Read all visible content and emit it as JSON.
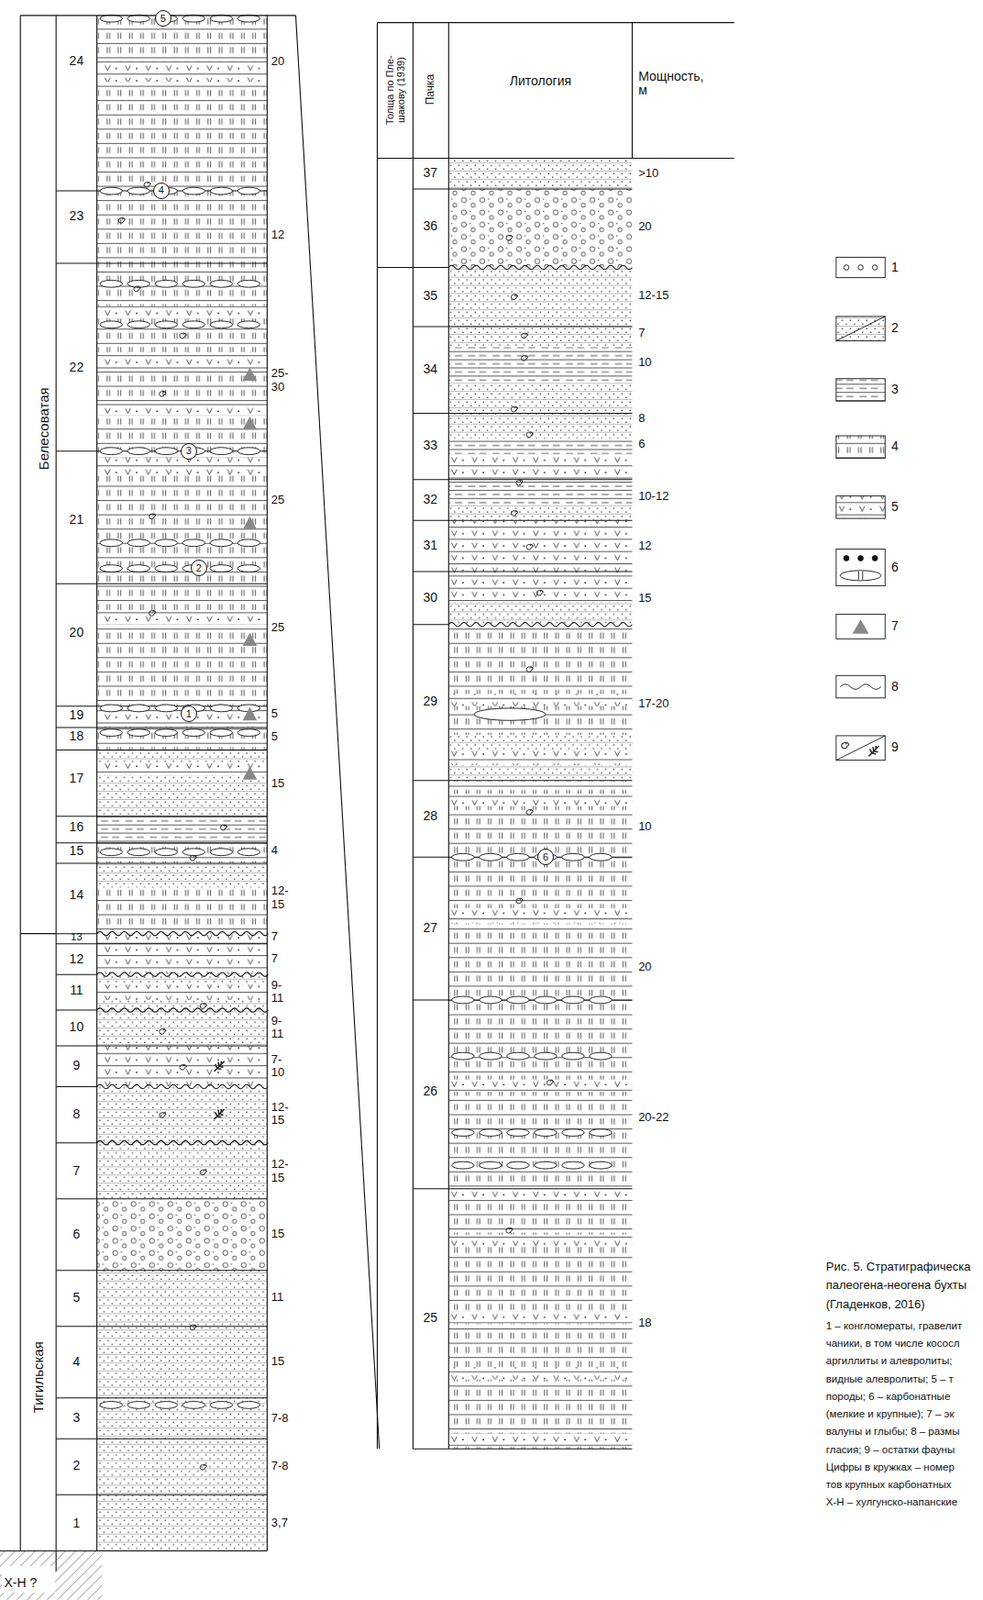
{
  "diagram": {
    "nodes": [
      {
        "text": [
          "5"
        ]
      },
      {
        "text": [
          "4"
        ]
      },
      {
        "text": [
          "3"
        ]
      },
      {
        "text": [
          "2"
        ]
      },
      {
        "text": [
          "1"
        ]
      },
      {
        "text": [
          "6"
        ]
      }
    ],
    "labels": [
      "Белесоватая",
      "Тигильская",
      "24",
      "23",
      "22",
      "21",
      "20",
      "19",
      "18",
      "17",
      "16",
      "15",
      "14",
      "13",
      "12",
      "11",
      "10",
      "9",
      "8",
      "7",
      "6",
      "5",
      "4",
      "3",
      "2",
      "1",
      "20",
      "12",
      "25- 30",
      "25",
      "25",
      "5",
      "5",
      "15",
      "4",
      "12- 15",
      "7",
      "7",
      "9- 11",
      "9- 11",
      "7- 10",
      "12- 15",
      "12- 15",
      "15",
      "11",
      "15",
      "7-8",
      "7-8",
      "3,7",
      "Х-Н ?",
      "Толща по Пле- шакову (1939)",
      "Пачка",
      "Литология",
      "Мощность, м",
      "37",
      "36",
      "35",
      "34",
      "33",
      "32",
      "31",
      "30",
      "29",
      "28",
      "27",
      "26",
      "25",
      ">10",
      "20",
      "12-15",
      "7",
      "10",
      "8",
      "6",
      "10-12",
      "12",
      "15",
      "17-20",
      "10",
      "20",
      "20-22",
      "18",
      "Рис. 5. Стратиграфическа",
      "палеогена-неогена бухты",
      "(Гладенков, 2016)",
      "1 – конгломераты, гравелит",
      "чаники, в том числе кососл",
      "аргиллиты и алевролиты;",
      "видные алевролиты; 5 – т",
      "породы; 6 – карбонатные",
      "(мелкие и крупные); 7 – эк",
      "валуны и глыбы; 8 – размы",
      "гласия; 9 – остатки фауны",
      "Цифры в кружках – номер",
      "тов крупных карбонатных",
      "Х-Н – хулгунско-напанские"
    ],
    "legend": [
      {
        "text": "1"
      },
      {
        "text": "2"
      },
      {
        "text": "3"
      },
      {
        "text": "4"
      },
      {
        "text": "5"
      },
      {
        "text": "6"
      },
      {
        "text": "7"
      },
      {
        "text": "8"
      },
      {
        "text": "9"
      }
    ]
  }
}
